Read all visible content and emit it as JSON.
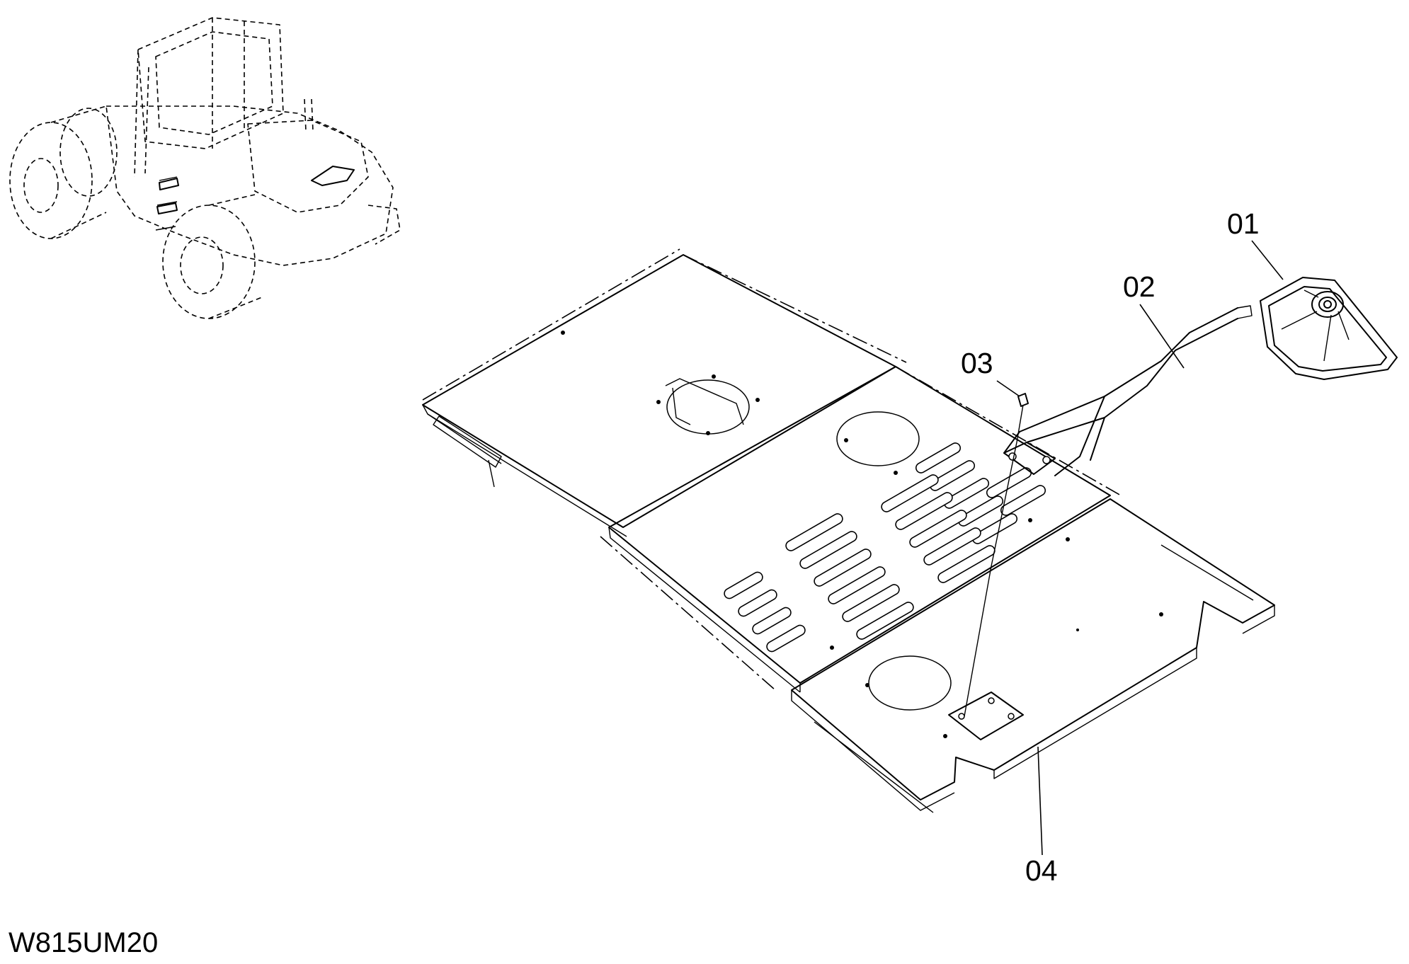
{
  "drawing": {
    "code": "W815UM20",
    "callouts": [
      {
        "id": "01",
        "label": "01"
      },
      {
        "id": "02",
        "label": "02"
      },
      {
        "id": "03",
        "label": "03"
      },
      {
        "id": "04",
        "label": "04"
      }
    ]
  }
}
